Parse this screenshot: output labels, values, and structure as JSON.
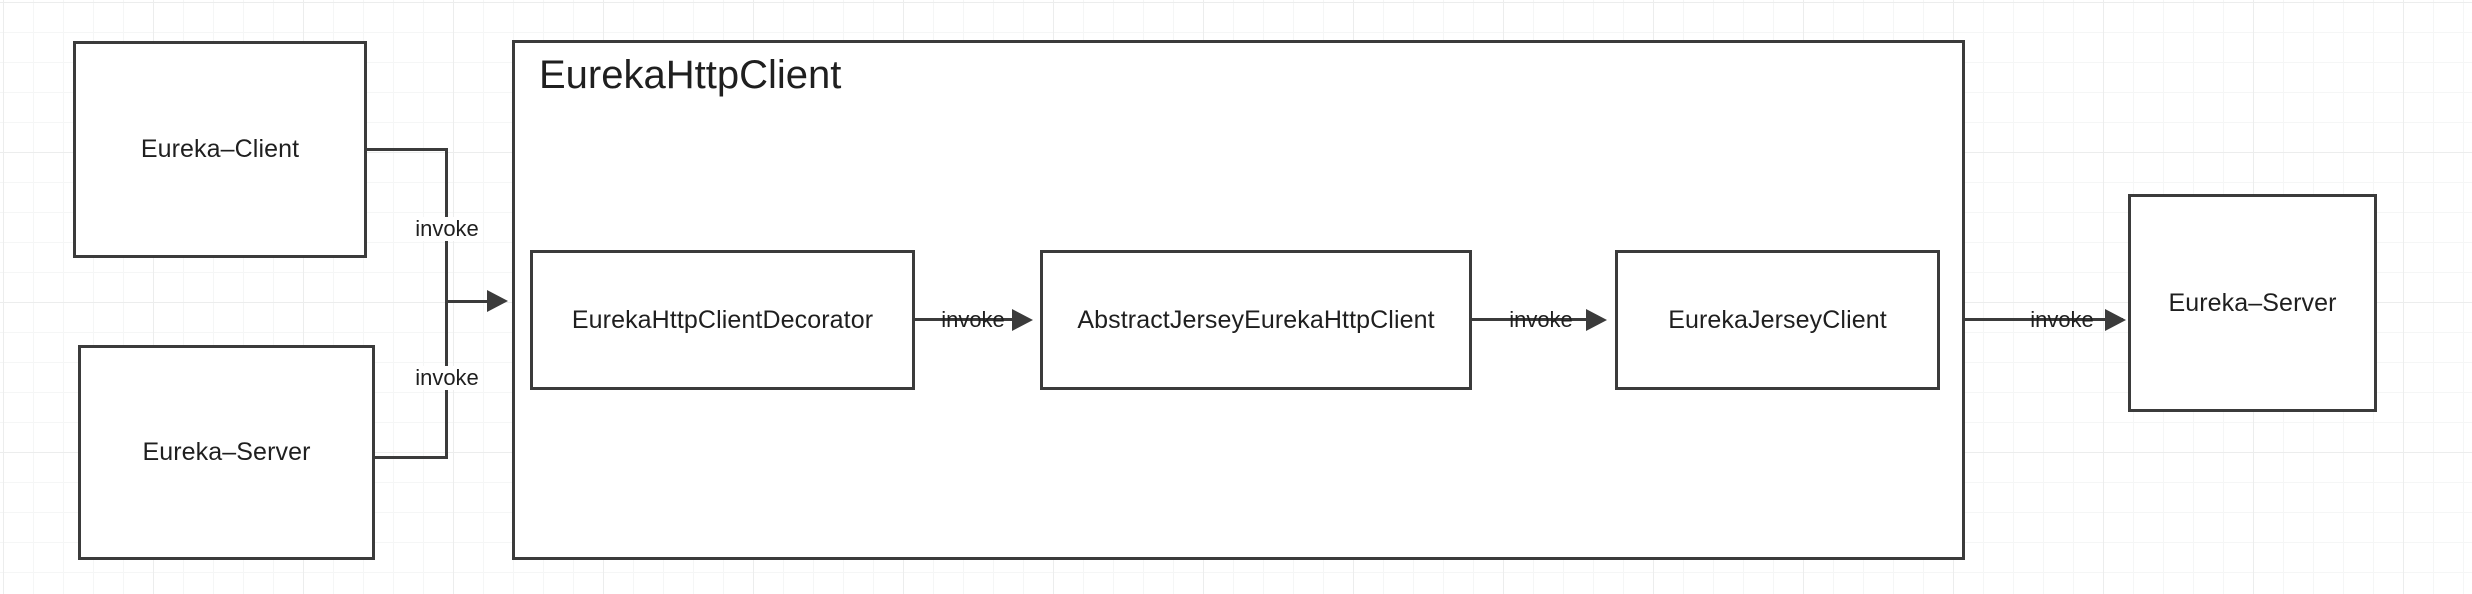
{
  "diagram": {
    "title": "EurekaHttpClient",
    "colors": {
      "border": "#3b3b3b",
      "text": "#1f1f1f",
      "background": "#ffffff",
      "grid_minor": "#f5f6f6",
      "grid_major": "#eceded"
    },
    "nodes": {
      "eureka_client": "Eureka–Client",
      "eureka_server_left": "Eureka–Server",
      "eureka_http_client_decorator": "EurekaHttpClientDecorator",
      "abstract_jersey_eureka_http_client": "AbstractJerseyEurekaHttpClient",
      "eureka_jersey_client": "EurekaJerseyClient",
      "eureka_server_right": "Eureka–Server"
    },
    "edges": {
      "client_to_group": "invoke",
      "server_to_group": "invoke",
      "decorator_to_abstract": "invoke",
      "abstract_to_jersey": "invoke",
      "jersey_to_server": "invoke"
    }
  }
}
